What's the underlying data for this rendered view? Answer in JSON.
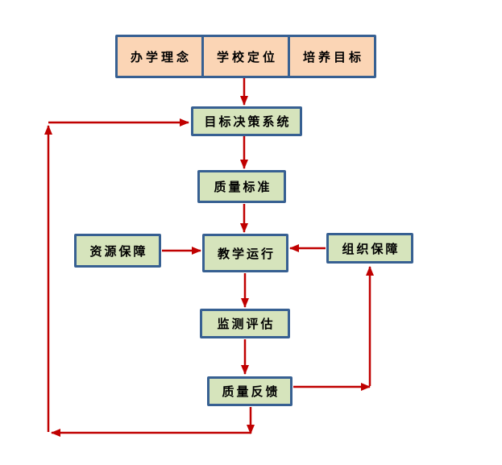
{
  "diagram": {
    "top_row": [
      {
        "key": "philosophy",
        "label": "办学理念"
      },
      {
        "key": "positioning",
        "label": "学校定位"
      },
      {
        "key": "training",
        "label": "培养目标"
      }
    ],
    "nodes": {
      "decision": "目标决策系统",
      "standard": "质量标准",
      "resource": "资源保障",
      "teaching": "教学运行",
      "organization": "组织保障",
      "monitoring": "监测评估",
      "feedback": "质量反馈"
    },
    "edges": [
      {
        "from": "positioning",
        "to": "decision",
        "direction": "down"
      },
      {
        "from": "decision",
        "to": "standard",
        "direction": "down"
      },
      {
        "from": "standard",
        "to": "teaching",
        "direction": "down"
      },
      {
        "from": "resource",
        "to": "teaching",
        "direction": "right"
      },
      {
        "from": "organization",
        "to": "teaching",
        "direction": "left"
      },
      {
        "from": "teaching",
        "to": "monitoring",
        "direction": "down"
      },
      {
        "from": "monitoring",
        "to": "feedback",
        "direction": "down"
      },
      {
        "from": "feedback",
        "to": "organization",
        "path": "right-then-up"
      },
      {
        "from": "feedback",
        "to": "decision",
        "path": "down-left-then-up"
      }
    ],
    "colors": {
      "background": "#FFFFFF",
      "top_row_fill": "#FBD5B5",
      "node_fill": "#D6E4BC",
      "border": "#376092",
      "arrow": "#C00000",
      "text": "#000000"
    }
  }
}
